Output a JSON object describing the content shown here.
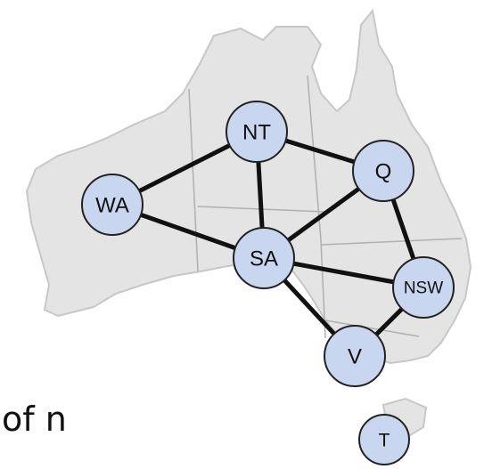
{
  "caption": "of n",
  "colors": {
    "map_fill": "#e4e4e4",
    "map_border": "#c7c7c7",
    "state_border": "#b0b0b0",
    "node_fill": "#c8d6f0",
    "node_stroke": "#222222",
    "edge": "#111111",
    "background": "#ffffff"
  },
  "nodes": [
    {
      "id": "WA",
      "label": "WA"
    },
    {
      "id": "NT",
      "label": "NT"
    },
    {
      "id": "SA",
      "label": "SA"
    },
    {
      "id": "Q",
      "label": "Q"
    },
    {
      "id": "NSW",
      "label": "NSW"
    },
    {
      "id": "V",
      "label": "V"
    },
    {
      "id": "T",
      "label": "T"
    }
  ],
  "edges": [
    [
      "WA",
      "NT"
    ],
    [
      "WA",
      "SA"
    ],
    [
      "NT",
      "SA"
    ],
    [
      "NT",
      "Q"
    ],
    [
      "SA",
      "Q"
    ],
    [
      "SA",
      "NSW"
    ],
    [
      "SA",
      "V"
    ],
    [
      "Q",
      "NSW"
    ],
    [
      "NSW",
      "V"
    ]
  ]
}
